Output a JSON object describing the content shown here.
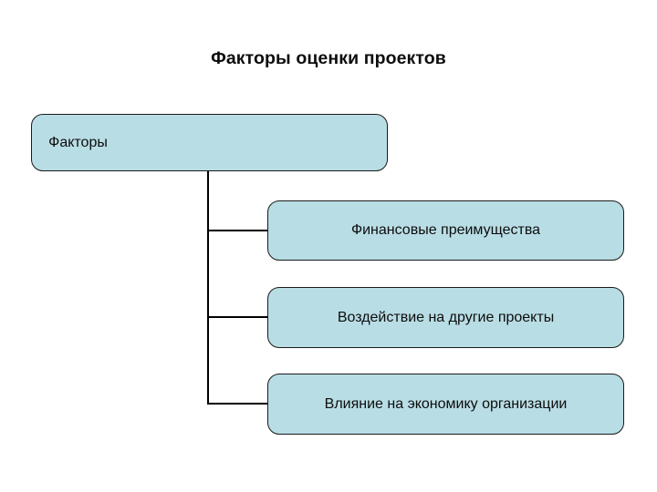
{
  "slide": {
    "title": "Факторы оценки проектов",
    "background_color": "#ffffff"
  },
  "diagram": {
    "type": "hierarchy",
    "node_fill_color": "#b9dde5",
    "node_border_color": "#1a1a1a",
    "connector_color": "#000000",
    "root": {
      "id": "factors",
      "label": "Факторы"
    },
    "children": [
      {
        "id": "financial-benefits",
        "label": "Финансовые преимущества"
      },
      {
        "id": "impact-other-projects",
        "label": "Воздействие на другие проекты"
      },
      {
        "id": "impact-organization-economy",
        "label": "Влияние на экономику организации"
      }
    ]
  }
}
